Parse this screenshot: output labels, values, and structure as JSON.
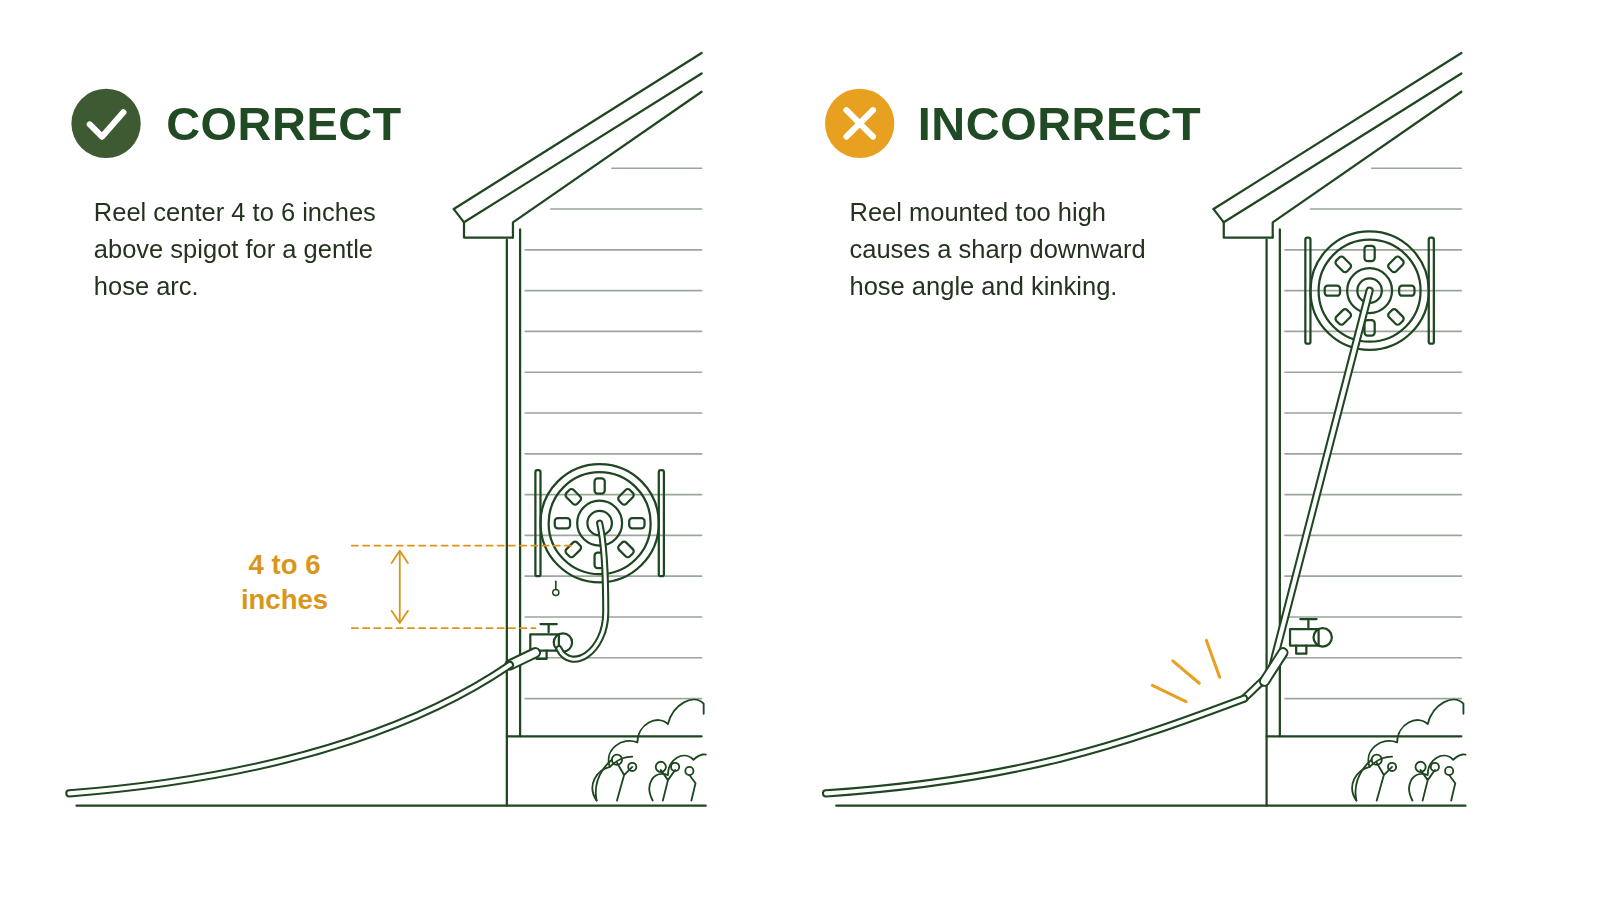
{
  "diagram": {
    "labels": [
      "CORRECT",
      "Reel center 4 to 6 inches above spigot for a gentle hose arc.",
      "4 to 6 inches",
      "INCORRECT",
      "Reel mounted too high causes a sharp downward hose angle and kinking."
    ]
  }
}
